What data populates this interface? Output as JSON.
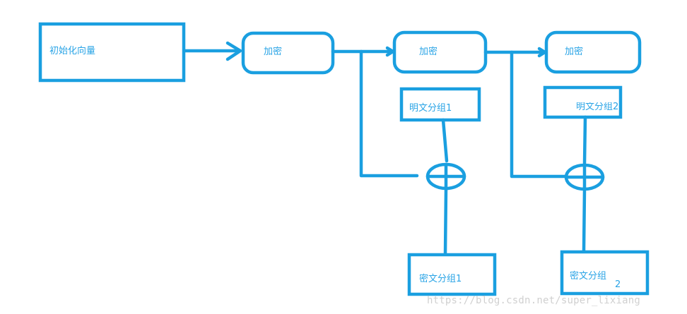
{
  "diagram": {
    "iv_label": "初始化向量",
    "encrypt_labels": [
      "加密",
      "加密",
      "加密"
    ],
    "plaintext_labels": [
      "明文分组1",
      "明文分组2"
    ],
    "ciphertext_labels": [
      "密文分组1",
      "密文分组",
      "2"
    ],
    "watermark": "https://blog.csdn.net/super_lixiang"
  },
  "colors": {
    "stroke": "#1a9fe0",
    "text": "#2aa4e6",
    "watermark": "#d0d0d0"
  }
}
